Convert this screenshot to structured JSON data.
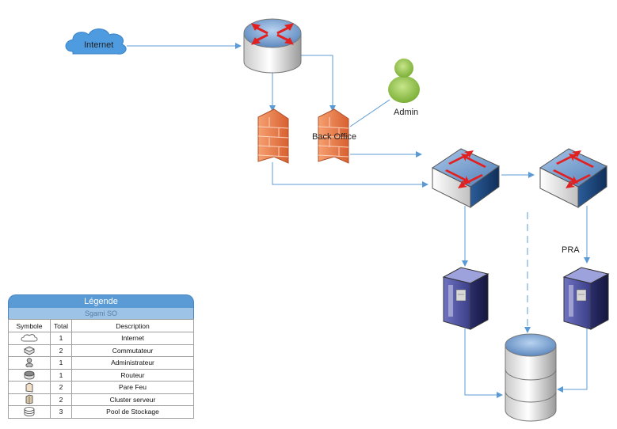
{
  "labels": {
    "internet": "Internet",
    "admin": "Admin",
    "back_office": "Back Office",
    "pra": "PRA"
  },
  "legend": {
    "title": "Légende",
    "subtitle": "Sgami SO",
    "headers": {
      "symbol": "Symbole",
      "total": "Total",
      "description": "Description"
    },
    "rows": [
      {
        "icon": "cloud-icon",
        "total": "1",
        "description": "Internet"
      },
      {
        "icon": "switch-icon",
        "total": "2",
        "description": "Commutateur"
      },
      {
        "icon": "admin-user-icon",
        "total": "1",
        "description": "Administrateur"
      },
      {
        "icon": "router-icon",
        "total": "1",
        "description": "Routeur"
      },
      {
        "icon": "firewall-icon",
        "total": "2",
        "description": "Pare Feu"
      },
      {
        "icon": "server-icon",
        "total": "2",
        "description": "Cluster serveur"
      },
      {
        "icon": "storage-icon",
        "total": "3",
        "description": "Pool de Stockage"
      }
    ]
  },
  "colors": {
    "link": "#5b9bd5",
    "cloud": "#4f9be0",
    "firewall": "#f08050",
    "admin": "#8dc63f",
    "switch": "#3d6fa8",
    "server": "#3b3f8a",
    "arrow": "#e32020"
  }
}
